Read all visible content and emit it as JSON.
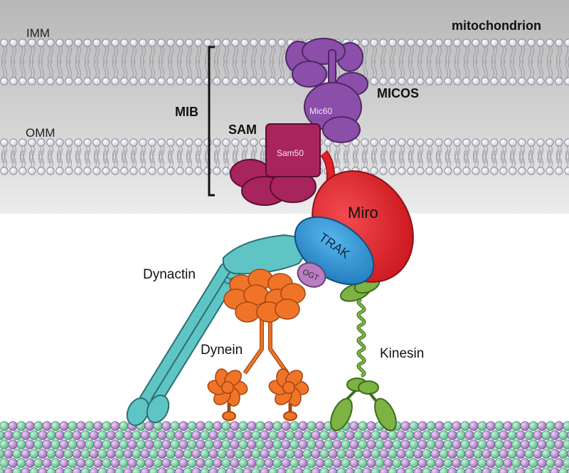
{
  "labels": {
    "mitochondrion": "mitochondrion",
    "imm": "IMM",
    "omm": "OMM",
    "mib": "MIB",
    "sam": "SAM",
    "micos": "MICOS",
    "mic60": "Mic60",
    "sam50": "Sam50",
    "miro": "Miro",
    "trak": "TRAK",
    "ogt": "OGT",
    "dynactin": "Dynactin",
    "dynein": "Dynein",
    "kinesin": "Kinesin"
  },
  "colors": {
    "micos": "#8b4faa",
    "sam": "#a8245c",
    "miro": "#e02128",
    "trak": "#2a93d5",
    "ogt": "#b77fc0",
    "dynactin": "#5fc4c4",
    "dynein": "#f07428",
    "kinesin": "#7cb342",
    "microtubule_green": "#7fd6a8",
    "microtubule_purple": "#b98ad0"
  }
}
